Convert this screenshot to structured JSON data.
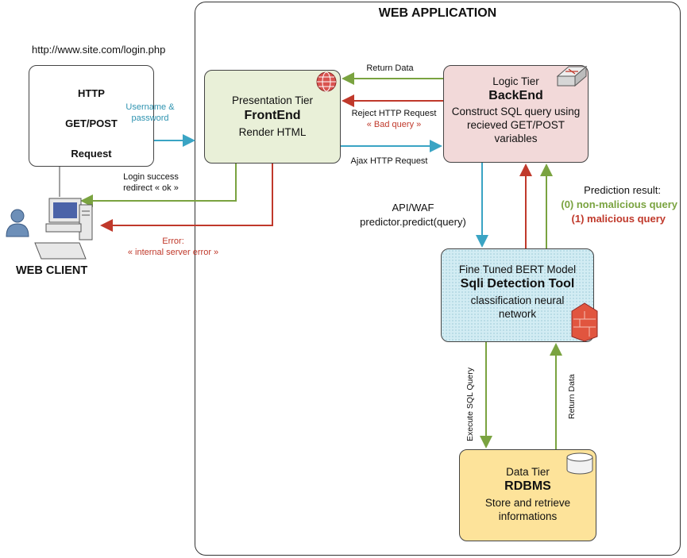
{
  "app": {
    "title": "WEB APPLICATION"
  },
  "client": {
    "url": "http://www.site.com/login.php",
    "label": "WEB CLIENT",
    "request_line1": "HTTP",
    "request_line2": "GET/POST",
    "request_line3": "Request"
  },
  "frontend": {
    "tier": "Presentation Tier",
    "name": "FrontEnd",
    "desc": "Render HTML"
  },
  "backend": {
    "tier": "Logic Tier",
    "name": "BackEnd",
    "desc1": "Construct SQL query using",
    "desc2": "recieved GET/POST",
    "desc3": "variables"
  },
  "bert": {
    "tier": "Fine Tuned BERT Model",
    "name": "Sqli Detection Tool",
    "desc1": "classification neural",
    "desc2": "network"
  },
  "rdbms": {
    "tier": "Data Tier",
    "name": "RDBMS",
    "desc1": "Store and retrieve",
    "desc2": "informations"
  },
  "labels": {
    "username1": "Username &",
    "username2": "password",
    "login1": "Login success",
    "login2": "redirect « ok »",
    "error1": "Error:",
    "error2": "« internal server error »",
    "return_data": "Return Data",
    "reject1": "Reject HTTP Request",
    "reject2": "« Bad query »",
    "ajax": "Ajax HTTP Request",
    "api1": "API/WAF",
    "api2": "predictor.predict(query)",
    "pred_title": "Prediction result:",
    "pred_0": "(0) non-malicious query",
    "pred_1": "(1) malicious query",
    "execute_sql": "Execute SQL Query",
    "return_data_v": "Return Data"
  },
  "colors": {
    "green": "#7aa340",
    "red": "#c0392b",
    "teal": "#3aa4c4"
  },
  "icons": [
    "user-icon",
    "computer-icon",
    "globe-icon",
    "router-icon",
    "firewall-icon",
    "database-icon"
  ]
}
